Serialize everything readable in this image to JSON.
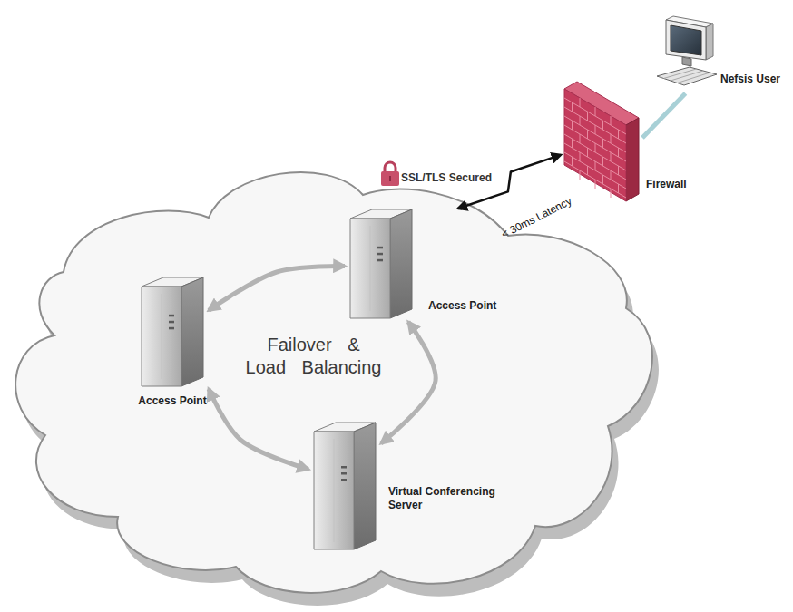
{
  "diagram": {
    "nodes": [
      {
        "text": [
          "Nefsis User"
        ]
      },
      {
        "text": [
          "Firewall"
        ]
      },
      {
        "text": [
          "Failover & Load Balancing"
        ]
      },
      {
        "text": [
          "Access Point"
        ],
        "in": 2
      },
      {
        "text": [
          "Access Point"
        ],
        "in": 2
      },
      {
        "text": [
          "Virtual Conferencing Server"
        ],
        "in": 2
      }
    ],
    "edges": [
      {
        "from": 4,
        "to": 3,
        "arrow": "both"
      },
      {
        "from": 3,
        "to": 5,
        "arrow": "both"
      },
      {
        "from": 5,
        "to": 4,
        "arrow": "both"
      },
      {
        "from": 0,
        "to": 1,
        "arrow": "none"
      },
      {
        "from": 1,
        "to": 2,
        "label": "< 30ms Latency",
        "arrow": "both"
      }
    ],
    "labels": [
      "SSL/TLS Secured"
    ]
  }
}
